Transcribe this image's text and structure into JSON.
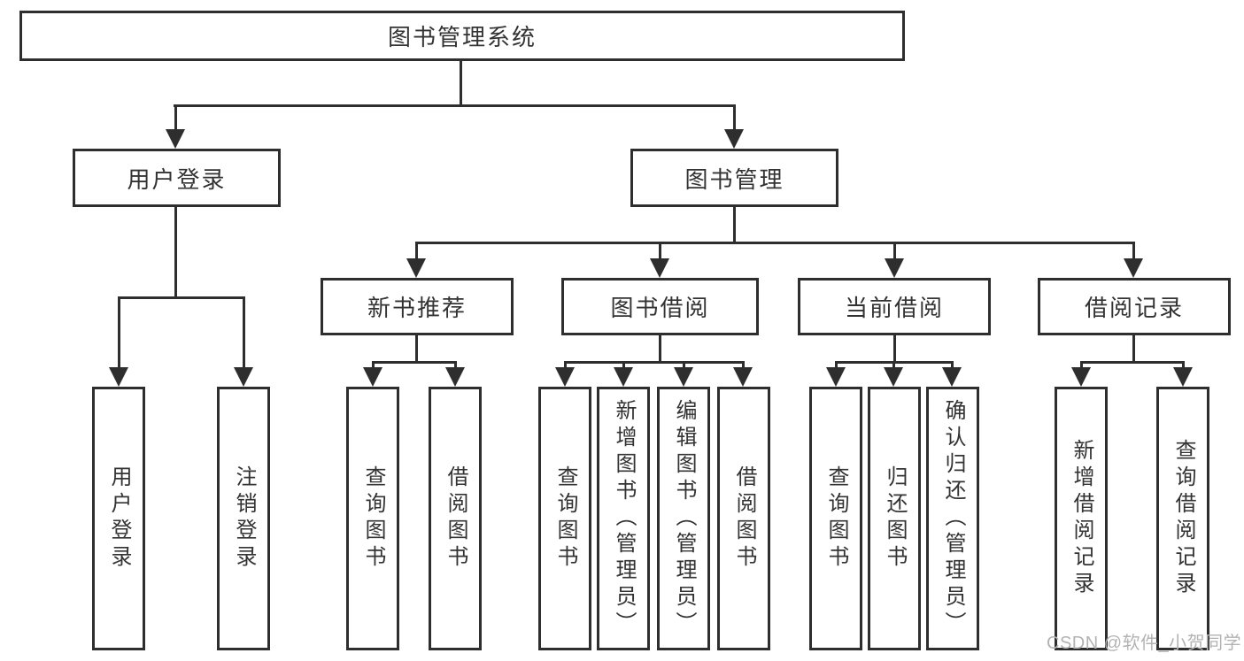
{
  "nodes": {
    "root": "图书管理系统",
    "user_login": "用户登录",
    "book_mgmt": "图书管理",
    "new_book_rec": "新书推荐",
    "book_borrow": "图书借阅",
    "current_borrow": "当前借阅",
    "borrow_records": "借阅记录",
    "leaf_user_login": "用户登录",
    "leaf_logout": "注销登录",
    "nb_query": "查询图书",
    "nb_borrow": "借阅图书",
    "bb_query": "查询图书",
    "bb_add": "新增图书（管理员）",
    "bb_edit": "编辑图书（管理员）",
    "bb_borrow": "借阅图书",
    "cb_query": "查询图书",
    "cb_return": "归还图书",
    "cb_confirm": "确认归还（管理员）",
    "br_add": "新增借阅记录",
    "br_query": "查询借阅记录"
  },
  "watermark": {
    "text": "CSDN @软件_小贺同学"
  },
  "colors": {
    "line": "#2e2e2e",
    "text": "#333333",
    "background": "#ffffff",
    "watermark": "#b3b3b3"
  }
}
